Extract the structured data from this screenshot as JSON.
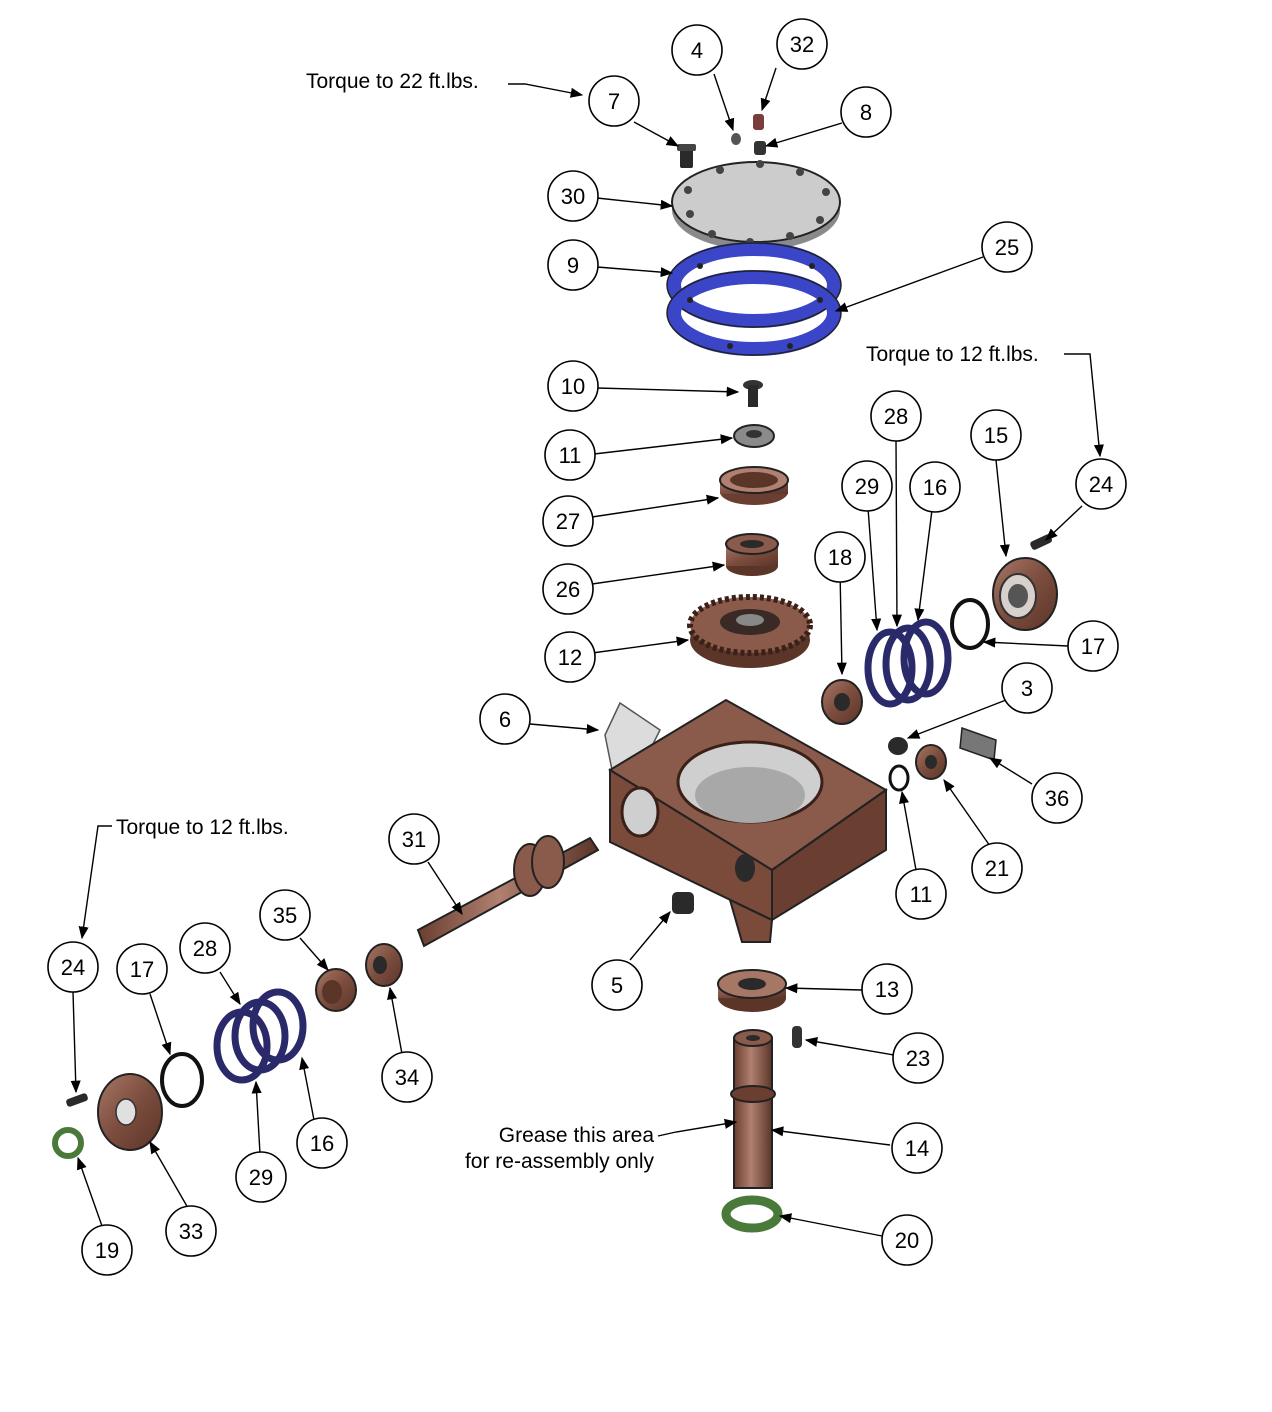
{
  "notes": {
    "torque_top": "Torque to 22 ft.lbs.",
    "torque_right": "Torque to 12 ft.lbs.",
    "torque_left": "Torque to 12 ft.lbs.",
    "grease_line1": "Grease this area",
    "grease_line2": "for re-assembly only"
  },
  "callouts": {
    "c4": "4",
    "c32": "32",
    "c7": "7",
    "c8": "8",
    "c30": "30",
    "c9": "9",
    "c25": "25",
    "c10": "10",
    "c11a": "11",
    "c27": "27",
    "c26": "26",
    "c12": "12",
    "c28a": "28",
    "c29a": "29",
    "c16a": "16",
    "c15": "15",
    "c24a": "24",
    "c18": "18",
    "c17a": "17",
    "c3": "3",
    "c6": "6",
    "c36": "36",
    "c21": "21",
    "c11b": "11",
    "c31": "31",
    "c5": "5",
    "c13": "13",
    "c23": "23",
    "c14": "14",
    "c20": "20",
    "c24b": "24",
    "c17b": "17",
    "c28b": "28",
    "c35": "35",
    "c34": "34",
    "c16b": "16",
    "c29b": "29",
    "c33": "33",
    "c19": "19"
  },
  "colors": {
    "bronze": "#8a5a4a",
    "bronze_dark": "#5e3a2e",
    "cover_gray": "#c8c8c8",
    "gasket_blue": "#3a45c8",
    "gasket_navy": "#2a2a6a",
    "seal_green": "#4a7a3a"
  }
}
